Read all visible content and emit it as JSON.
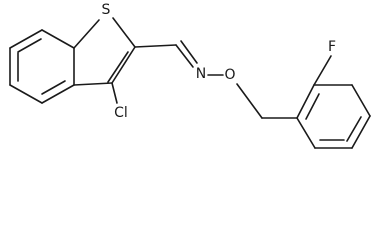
{
  "molecule": {
    "atoms": {
      "sulfur": "S",
      "chlorine": "Cl",
      "nitrogen": "N",
      "oxygen": "O",
      "fluorine": "F"
    }
  },
  "colors": {
    "bond": "#1a1a1a",
    "label": "#1a1a1a",
    "background": "#ffffff"
  }
}
